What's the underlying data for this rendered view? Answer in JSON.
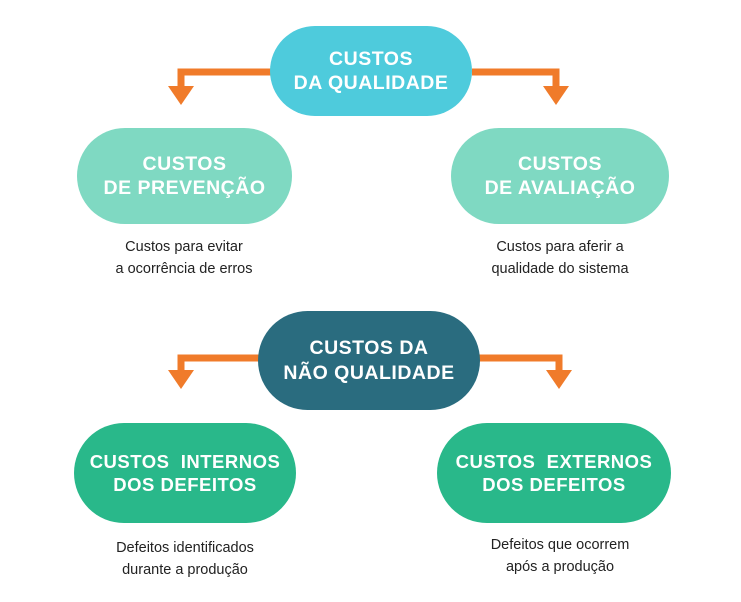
{
  "colors": {
    "top_cyan": "#4ecbdc",
    "mint": "#7fd9c2",
    "dark_teal": "#2a6c7f",
    "green": "#29b88a",
    "arrow": "#f07b2a",
    "text": "#222222"
  },
  "quality": {
    "title": [
      "CUSTOS",
      "DA QUALIDADE"
    ],
    "prevention": {
      "title": [
        "CUSTOS",
        "DE PREVENÇÃO"
      ],
      "desc": [
        "Custos para evitar",
        "a ocorrência de erros"
      ]
    },
    "evaluation": {
      "title": [
        "CUSTOS",
        "DE AVALIAÇÃO"
      ],
      "desc": [
        "Custos para aferir a",
        "qualidade do sistema"
      ]
    }
  },
  "non_quality": {
    "title": [
      "CUSTOS DA",
      "NÃO QUALIDADE"
    ],
    "internal": {
      "title": [
        "CUSTOS  INTERNOS",
        "DOS DEFEITOS"
      ],
      "desc": [
        "Defeitos identificados",
        "durante a produção"
      ]
    },
    "external": {
      "title": [
        "CUSTOS  EXTERNOS",
        "DOS DEFEITOS"
      ],
      "desc": [
        "Defeitos que ocorrem",
        "após a produção"
      ]
    }
  }
}
